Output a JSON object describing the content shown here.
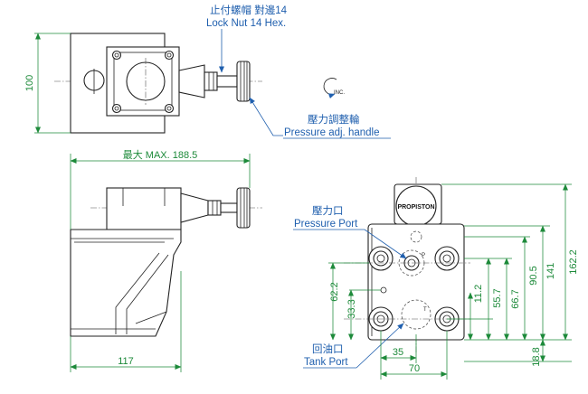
{
  "callouts": {
    "lock_nut_cn": "止付螺帽 對邊14",
    "lock_nut_en": "Lock Nut 14 Hex.",
    "handle_cn": "壓力調整輪",
    "handle_en": "Pressure adj. handle",
    "pressure_port_cn": "壓力口",
    "pressure_port_en": "Pressure Port",
    "tank_port_cn": "回油口",
    "tank_port_en": "Tank Port"
  },
  "inc_label": "INC.",
  "brand": "PROPISTON",
  "port_marks": {
    "p": "P",
    "t": "T"
  },
  "dimensions": {
    "height_100": "100",
    "max_length": "最大 MAX. 188.5",
    "length_117": "117",
    "d_62_2": "62.2",
    "d_33_3": "33.3",
    "d_11_2": "11.2",
    "d_55_7": "55.7",
    "d_66_7": "66.7",
    "d_90_5": "90.5",
    "d_141": "141",
    "d_162_2": "162.2",
    "d_18_8": "18.8",
    "d_35": "35",
    "d_70": "70"
  },
  "colors": {
    "callout_text": "#1f5fae",
    "dimension": "#1d8a3a",
    "outline": "#222222"
  }
}
